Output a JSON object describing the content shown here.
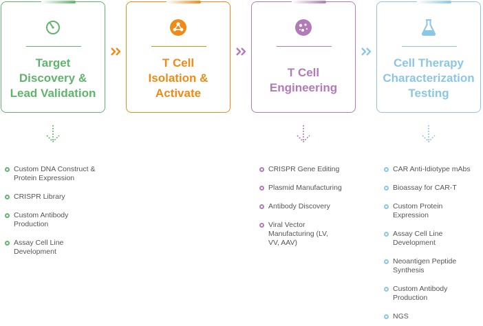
{
  "colors": {
    "green": "#5fb56b",
    "orange": "#f08a16",
    "purple": "#b27ab8",
    "blue": "#8cc6e6"
  },
  "stages": [
    {
      "title_lines": [
        "Target",
        "Discovery &",
        "Lead Validation"
      ],
      "icon": "gauge-icon",
      "items": [
        "Custom DNA Construct & Protein Expression",
        "CRISPR Library",
        "Custom Antibody Production",
        "Assay Cell Line Development"
      ]
    },
    {
      "title_lines": [
        "T Cell",
        "Isolation &",
        "Activate"
      ],
      "icon": "network-icon",
      "items": []
    },
    {
      "title_lines": [
        "T Cell",
        "Engineering"
      ],
      "icon": "cell-icon",
      "items": [
        "CRISPR Gene Editing",
        "Plasmid Manufacturing",
        "Antibody Discovery",
        "Viral Vector Manufacturing (LV, VV, AAV)"
      ]
    },
    {
      "title_lines": [
        "Cell Therapy",
        "Characterization",
        "Testing"
      ],
      "icon": "flask-icon",
      "items": [
        "CAR Anti-Idiotype mAbs",
        "Bioassay for CAR-T",
        "Custom Protein Expression",
        "Assay Cell Line Development",
        "Neoantigen Peptide Synthesis",
        "Custom Antibody Production",
        "NGS"
      ]
    }
  ]
}
